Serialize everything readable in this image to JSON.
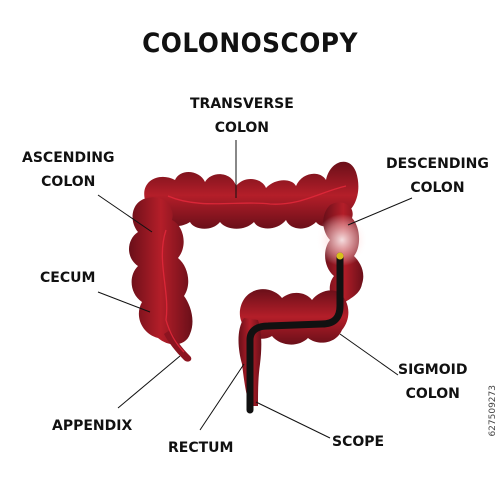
{
  "title": "COLONOSCOPY",
  "labels": {
    "transverse": [
      "TRANSVERSE",
      "COLON"
    ],
    "ascending": [
      "ASCENDING",
      "COLON"
    ],
    "descending": [
      "DESCENDING",
      "COLON"
    ],
    "cecum": [
      "CECUM"
    ],
    "sigmoid": [
      "SIGMOID",
      "COLON"
    ],
    "appendix": [
      "APPENDIX"
    ],
    "rectum": [
      "RECTUM"
    ],
    "scope": [
      "SCOPE"
    ]
  },
  "watermark": "627509273",
  "colors": {
    "colon_light": "#b8202a",
    "colon_dark": "#5e0e16",
    "scope": "#111111",
    "text": "#111111"
  }
}
